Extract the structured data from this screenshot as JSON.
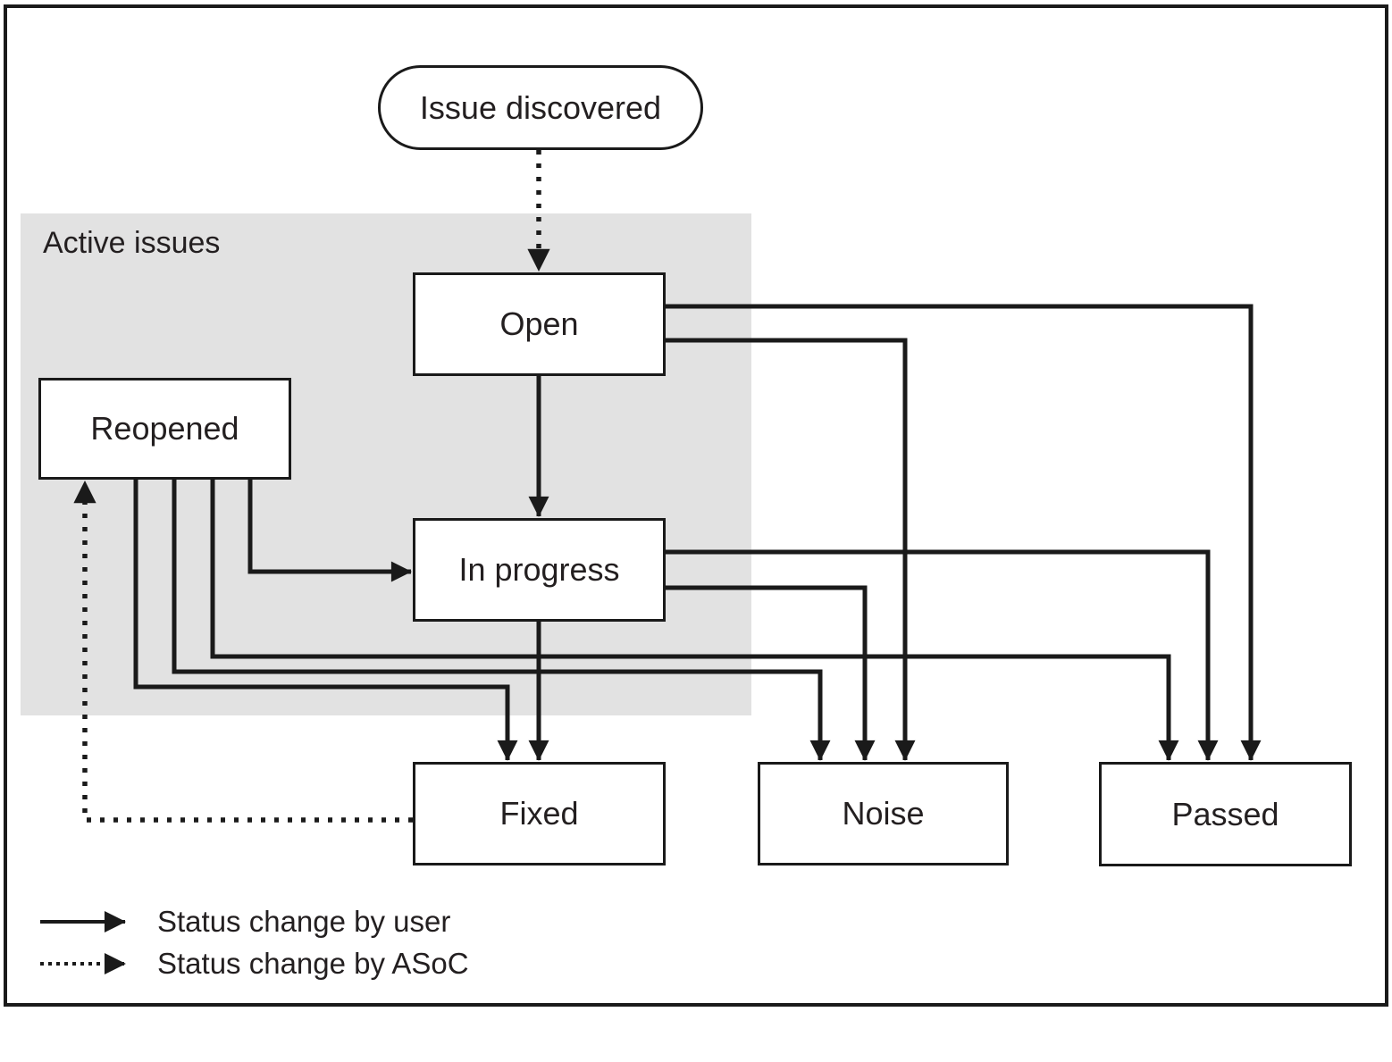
{
  "region": {
    "label": "Active issues"
  },
  "nodes": {
    "start": {
      "label": "Issue discovered",
      "shape": "rounded"
    },
    "open": {
      "label": "Open",
      "shape": "rect"
    },
    "reopened": {
      "label": "Reopened",
      "shape": "rect"
    },
    "in_progress": {
      "label": "In progress",
      "shape": "rect"
    },
    "fixed": {
      "label": "Fixed",
      "shape": "rect"
    },
    "noise": {
      "label": "Noise",
      "shape": "rect"
    },
    "passed": {
      "label": "Passed",
      "shape": "rect"
    }
  },
  "edges": [
    {
      "from": "Issue discovered",
      "to": "Open",
      "by": "ASoC",
      "style": "dotted"
    },
    {
      "from": "Open",
      "to": "In progress",
      "by": "user",
      "style": "solid"
    },
    {
      "from": "Open",
      "to": "Noise",
      "by": "user",
      "style": "solid"
    },
    {
      "from": "Open",
      "to": "Passed",
      "by": "user",
      "style": "solid"
    },
    {
      "from": "Reopened",
      "to": "In progress",
      "by": "user",
      "style": "solid"
    },
    {
      "from": "Reopened",
      "to": "Fixed",
      "by": "user",
      "style": "solid"
    },
    {
      "from": "Reopened",
      "to": "Noise",
      "by": "user",
      "style": "solid"
    },
    {
      "from": "Reopened",
      "to": "Passed",
      "by": "user",
      "style": "solid"
    },
    {
      "from": "In progress",
      "to": "Fixed",
      "by": "user",
      "style": "solid"
    },
    {
      "from": "In progress",
      "to": "Noise",
      "by": "user",
      "style": "solid"
    },
    {
      "from": "In progress",
      "to": "Passed",
      "by": "user",
      "style": "solid"
    },
    {
      "from": "Fixed",
      "to": "Reopened",
      "by": "ASoC",
      "style": "dotted"
    }
  ],
  "legend": {
    "user": {
      "label": "Status change by user",
      "style": "solid"
    },
    "asoc": {
      "label": "Status change by ASoC",
      "style": "dotted"
    }
  },
  "colors": {
    "line": "#1a1a1a",
    "region_bg": "#e2e2e2",
    "node_bg": "#ffffff",
    "text": "#231f20",
    "canvas_bg": "#ffffff"
  }
}
